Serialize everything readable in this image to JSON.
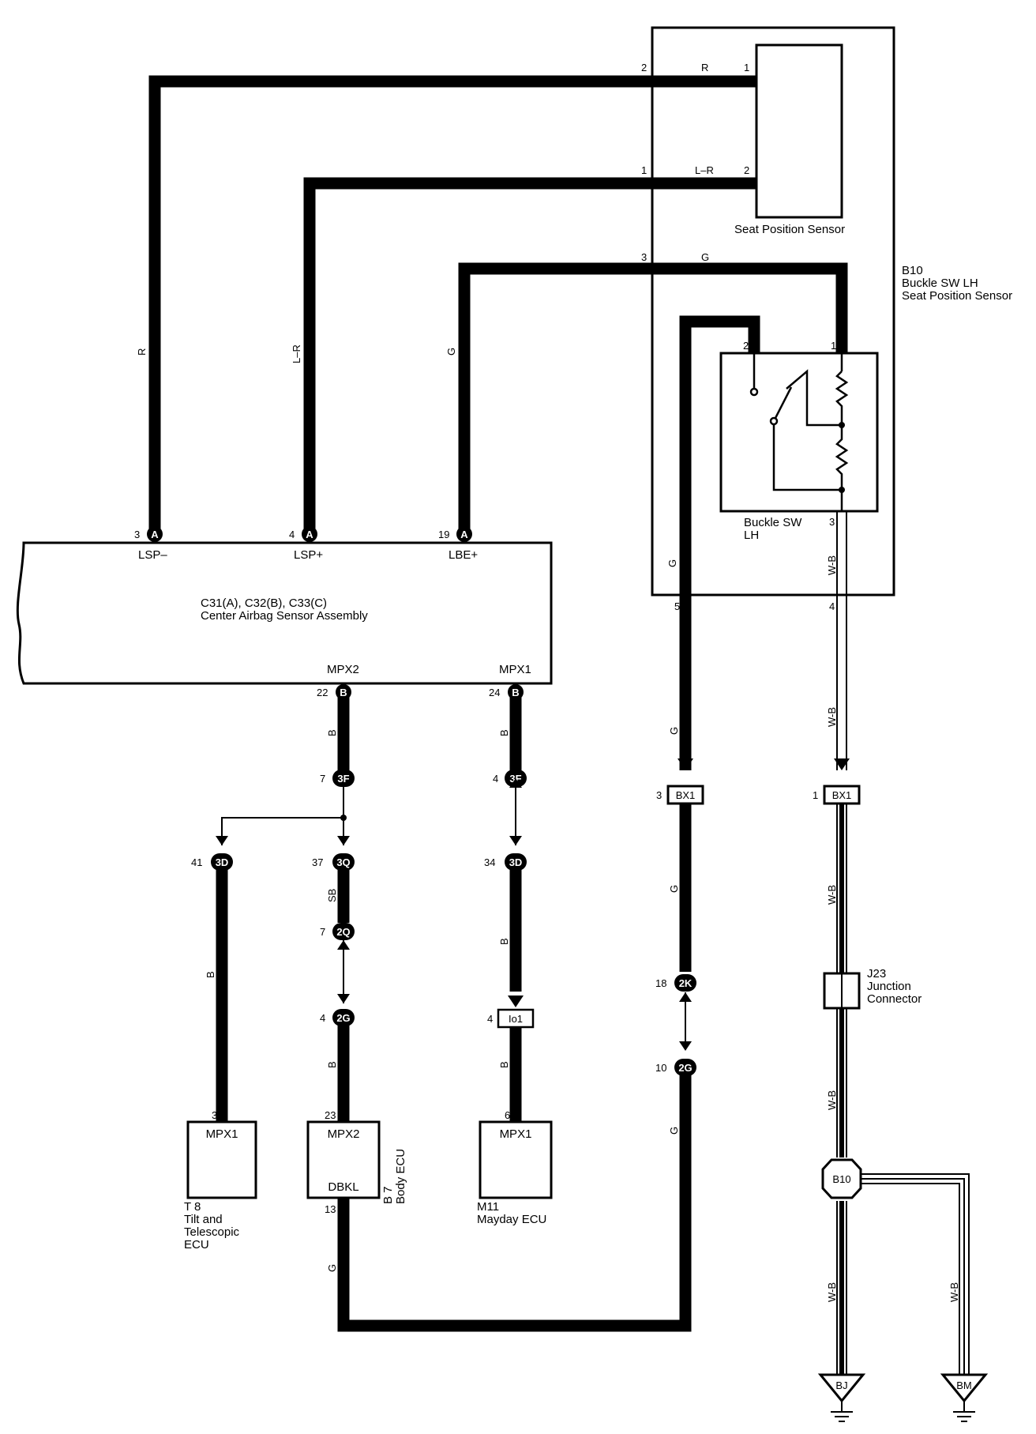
{
  "components": {
    "seat_position_sensor": "Seat Position Sensor",
    "b10_id": "B10",
    "b10_name_1": "Buckle SW LH",
    "b10_name_2": "Seat Position Sensor",
    "buckle_sw_1": "Buckle SW",
    "buckle_sw_2": "LH",
    "airbag_conn": "C31(A), C32(B), C33(C)",
    "airbag_name": "Center Airbag Sensor Assembly",
    "t8_id": "T 8",
    "t8_name_1": "Tilt and",
    "t8_name_2": "Telescopic",
    "t8_name_3": "ECU",
    "b7_id": "B 7",
    "b7_name": "Body ECU",
    "m11_id": "M11",
    "m11_name": "Mayday ECU",
    "j23_id": "J23",
    "j23_name_1": "Junction",
    "j23_name_2": "Connector"
  },
  "terminals": {
    "lsp_minus": "LSP–",
    "lsp_plus": "LSP+",
    "lbe_plus": "LBE+",
    "mpx2": "MPX2",
    "mpx1": "MPX1",
    "dbkl": "DBKL"
  },
  "wire_colors": {
    "r": "R",
    "l_r": "L–R",
    "g": "G",
    "b": "B",
    "sb": "SB",
    "w_b": "W-B"
  },
  "pins": {
    "p1": "1",
    "p2": "2",
    "p3": "3",
    "p4": "4",
    "p5": "5",
    "p6": "6",
    "p7": "7",
    "p10": "10",
    "p13": "13",
    "p18": "18",
    "p19": "19",
    "p22": "22",
    "p23": "23",
    "p24": "24",
    "p34": "34",
    "p37": "37",
    "p41": "41"
  },
  "connectors": {
    "A": "A",
    "B": "B",
    "3F": "3F",
    "3D": "3D",
    "3Q": "3Q",
    "2Q": "2Q",
    "2G": "2G",
    "2K": "2K",
    "BX1": "BX1",
    "Io1": "Io1",
    "B10": "B10",
    "BJ": "BJ",
    "BM": "BM"
  }
}
